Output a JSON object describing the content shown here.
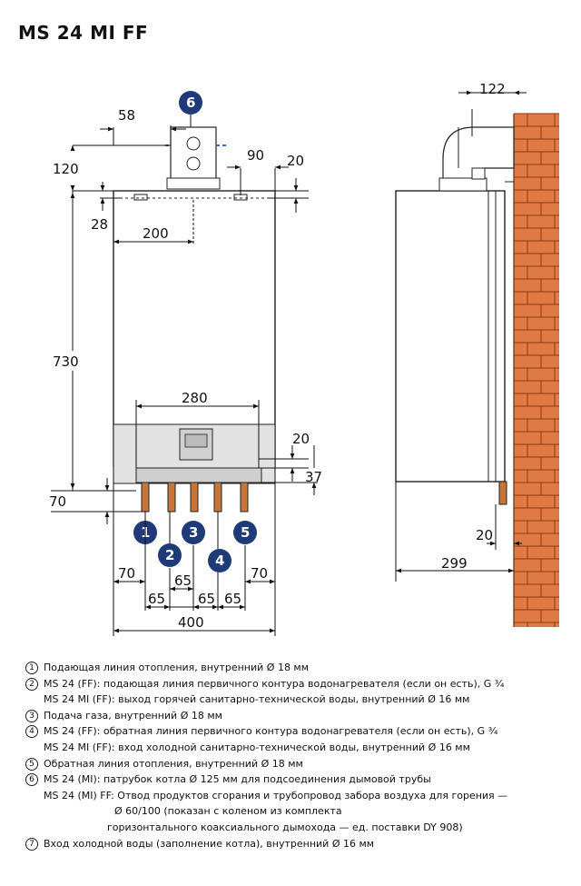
{
  "title": "MS 24 MI FF",
  "dimensions": {
    "d58": "58",
    "d120": "120",
    "d28": "28",
    "d200": "200",
    "d90": "90",
    "d20_top": "20",
    "d730": "730",
    "d280": "280",
    "d20_right": "20",
    "d37": "37",
    "d70_left": "70",
    "d70_a": "70",
    "d65_a": "65",
    "d65_b": "65",
    "d65_c": "65",
    "d65_d": "65",
    "d70_b": "70",
    "d400": "400",
    "d122": "122",
    "d20_side": "20",
    "d299": "299"
  },
  "callouts": {
    "c1": "1",
    "c2": "2",
    "c3": "3",
    "c4": "4",
    "c5": "5",
    "c6": "6"
  },
  "colors": {
    "callout": "#1e3a78",
    "brick": "#e07a45",
    "mortar": "#8a3a10",
    "pipe": "#c8753a"
  },
  "legend": [
    {
      "num": "1",
      "text": "Подающая линия отопления, внутренний Ø 18 мм"
    },
    {
      "num": "2",
      "text": "MS 24 (FF): подающая линия первичного контура водонагревателя (если он есть), G ¾"
    },
    {
      "num": "",
      "text": "MS 24 MI (FF): выход горячей санитарно-технической воды, внутренний Ø 16 мм"
    },
    {
      "num": "3",
      "text": "Подача газа, внутренний Ø 18 мм"
    },
    {
      "num": "4",
      "text": "MS 24 (FF): обратная линия первичного контура водонагревателя (если он есть), G ¾"
    },
    {
      "num": "",
      "text": "MS 24 MI (FF): вход холодной санитарно-технической воды, внутренний Ø 16 мм"
    },
    {
      "num": "5",
      "text": "Обратная линия отопления, внутренний Ø 18 мм"
    },
    {
      "num": "6",
      "text": "MS 24 (MI): патрубок котла Ø 125 мм для подсоединения дымовой трубы"
    },
    {
      "num": "",
      "text": "MS 24 (MI) FF:  Отвод продуктов сгорания и трубопровод забора воздуха для горения —"
    },
    {
      "num": "",
      "text": "Ø 60/100 (показан с коленом из комплекта"
    },
    {
      "num": "",
      "text": "горизонтального коаксиального дымохода — ед. поставки DY 908)"
    },
    {
      "num": "7",
      "text": "Вход холодной воды (заполнение котла), внутренний Ø 16 мм"
    }
  ]
}
